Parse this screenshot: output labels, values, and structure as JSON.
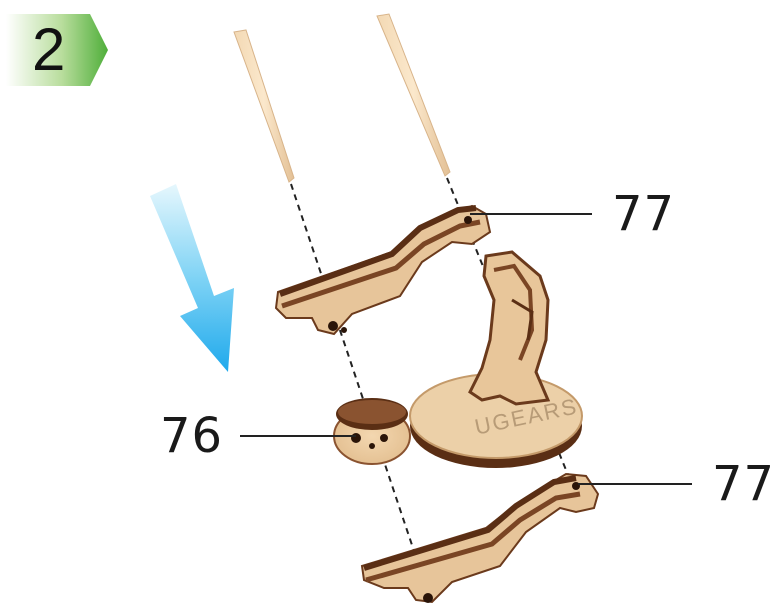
{
  "step": {
    "number": "2",
    "badge_color": "#4fae3a"
  },
  "callouts": [
    {
      "id": "77-top",
      "label": "77"
    },
    {
      "id": "76",
      "label": "76"
    },
    {
      "id": "77-bottom",
      "label": "77"
    }
  ],
  "stand_brand": "UGEARS",
  "colors": {
    "wood_light": "#e9c9a0",
    "wood_dark": "#6b3a1c",
    "arrow": "#29b6f6",
    "guide_line": "#222222"
  },
  "icons": {
    "direction_arrow": "down-arrow-icon",
    "pin": "wooden-pin-icon"
  }
}
